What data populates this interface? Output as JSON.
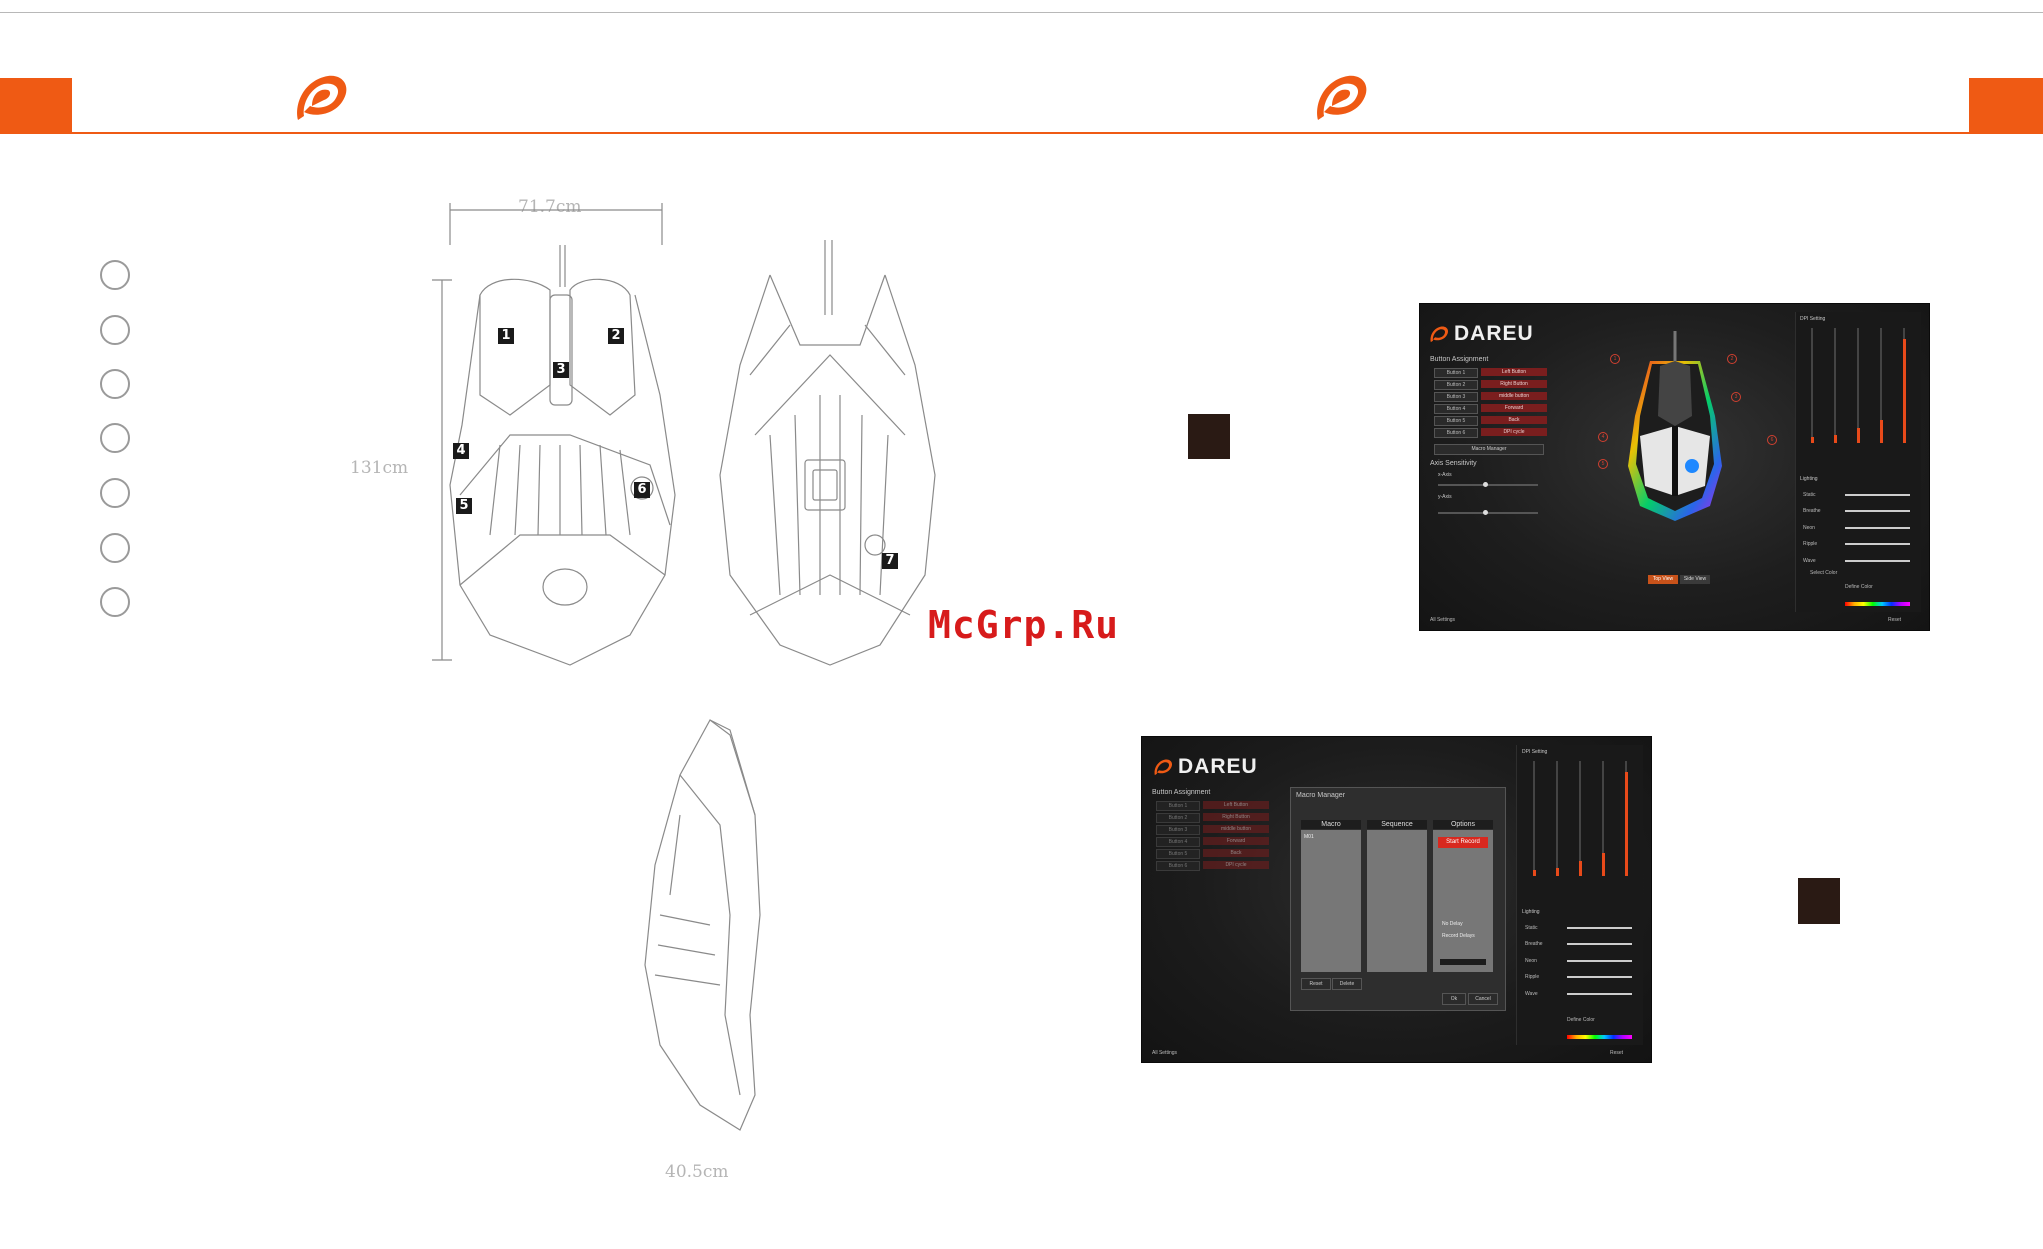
{
  "header": {
    "accent_color": "#ef5a14",
    "logo_icon": "dareu-d-logo-icon"
  },
  "legend": {
    "count": 7
  },
  "dimensions": {
    "width": "71.7cm",
    "length": "131cm",
    "height": "40.5cm"
  },
  "mouse_top_view": {
    "button_badges": [
      "1",
      "2",
      "3",
      "4",
      "5",
      "6"
    ]
  },
  "mouse_bottom_view": {
    "button_badge": "7"
  },
  "watermark": "McGrp.Ru",
  "screenshot1": {
    "brand": "DAREU",
    "button_assignment_title": "Button Assignment",
    "buttons": [
      {
        "key": "Button 1",
        "value": "Left Button"
      },
      {
        "key": "Button 2",
        "value": "Right Button"
      },
      {
        "key": "Button 3",
        "value": "middle button"
      },
      {
        "key": "Button 4",
        "value": "Forward"
      },
      {
        "key": "Button 5",
        "value": "Back"
      },
      {
        "key": "Button 6",
        "value": "DPI cycle"
      }
    ],
    "macro_manager_btn": "Macro Manager",
    "axis_sensitivity_title": "Axis Sensitivity",
    "x_axis": "x-Axis",
    "y_axis": "y-Axis",
    "dpi_setting_title": "DPI Setting",
    "lighting_title": "Lighting",
    "lighting_modes": [
      "Static",
      "Breathe",
      "Neon",
      "Ripple",
      "Wave"
    ],
    "select_color": "Select Color",
    "define_color": "Define Color",
    "top_view_btn": "Top View",
    "side_view_btn": "Side View",
    "reset_btn": "Reset",
    "all_settings": "All Settings",
    "callouts": [
      "1",
      "2",
      "3",
      "4",
      "5",
      "6",
      "7"
    ]
  },
  "screenshot2": {
    "brand": "DAREU",
    "macro_manager_title": "Macro Manager",
    "macro_cols": [
      "Macro",
      "Sequence",
      "Options"
    ],
    "macro_item": "M01",
    "start_record_btn": "Start Record",
    "no_delay": "No Delay",
    "record_delay": "Record Delays",
    "reset_btn": "Reset",
    "delete_btn": "Delete",
    "ok_btn": "Ok",
    "cancel_btn": "Cancel"
  }
}
